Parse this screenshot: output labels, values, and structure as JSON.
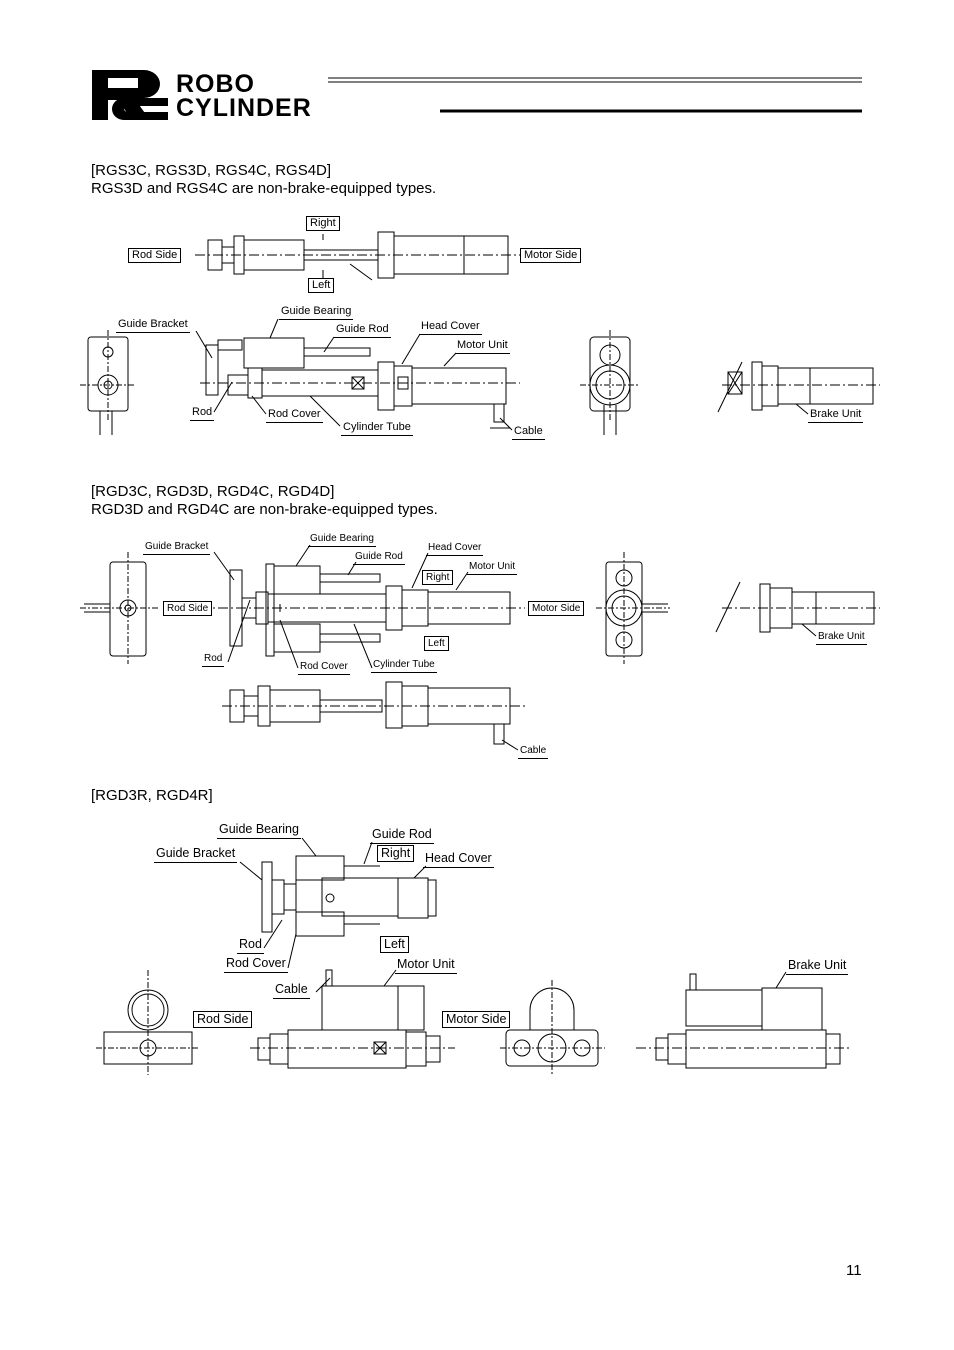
{
  "header": {
    "logo_letters": "RC",
    "logo_line1": "ROBO",
    "logo_line2": "CYLINDER"
  },
  "section1": {
    "title": "[RGS3C, RGS3D, RGS4C, RGS4D]",
    "subtitle": "RGS3D and RGS4C are non-brake-equipped types.",
    "labels": {
      "right": "Right",
      "left": "Left",
      "rod_side": "Rod Side",
      "motor_side": "Motor Side",
      "guide_bracket": "Guide Bracket",
      "guide_bearing": "Guide Bearing",
      "guide_rod": "Guide Rod",
      "head_cover": "Head Cover",
      "motor_unit": "Motor Unit",
      "rod": "Rod",
      "rod_cover": "Rod Cover",
      "cylinder_tube": "Cylinder Tube",
      "cable": "Cable",
      "brake_unit": "Brake Unit"
    }
  },
  "section2": {
    "title": "[RGD3C, RGD3D, RGD4C, RGD4D]",
    "subtitle": "RGD3D and RGD4C are non-brake-equipped types.",
    "labels": {
      "guide_bracket": "Guide Bracket",
      "guide_bearing": "Guide Bearing",
      "guide_rod": "Guide Rod",
      "head_cover": "Head Cover",
      "motor_unit": "Motor Unit",
      "right": "Right",
      "left": "Left",
      "rod_side": "Rod Side",
      "motor_side": "Motor Side",
      "rod": "Rod",
      "rod_cover": "Rod Cover",
      "cylinder_tube": "Cylinder Tube",
      "cable": "Cable",
      "brake_unit": "Brake Unit"
    }
  },
  "section3": {
    "title": "[RGD3R, RGD4R]",
    "labels": {
      "guide_bearing": "Guide Bearing",
      "guide_rod": "Guide Rod",
      "guide_bracket": "Guide Bracket",
      "right": "Right",
      "head_cover": "Head Cover",
      "rod": "Rod",
      "left": "Left",
      "rod_cover": "Rod Cover",
      "motor_unit": "Motor Unit",
      "cable": "Cable",
      "brake_unit": "Brake Unit",
      "rod_side": "Rod Side",
      "motor_side": "Motor Side"
    }
  },
  "footer": {
    "page_number": "11"
  }
}
